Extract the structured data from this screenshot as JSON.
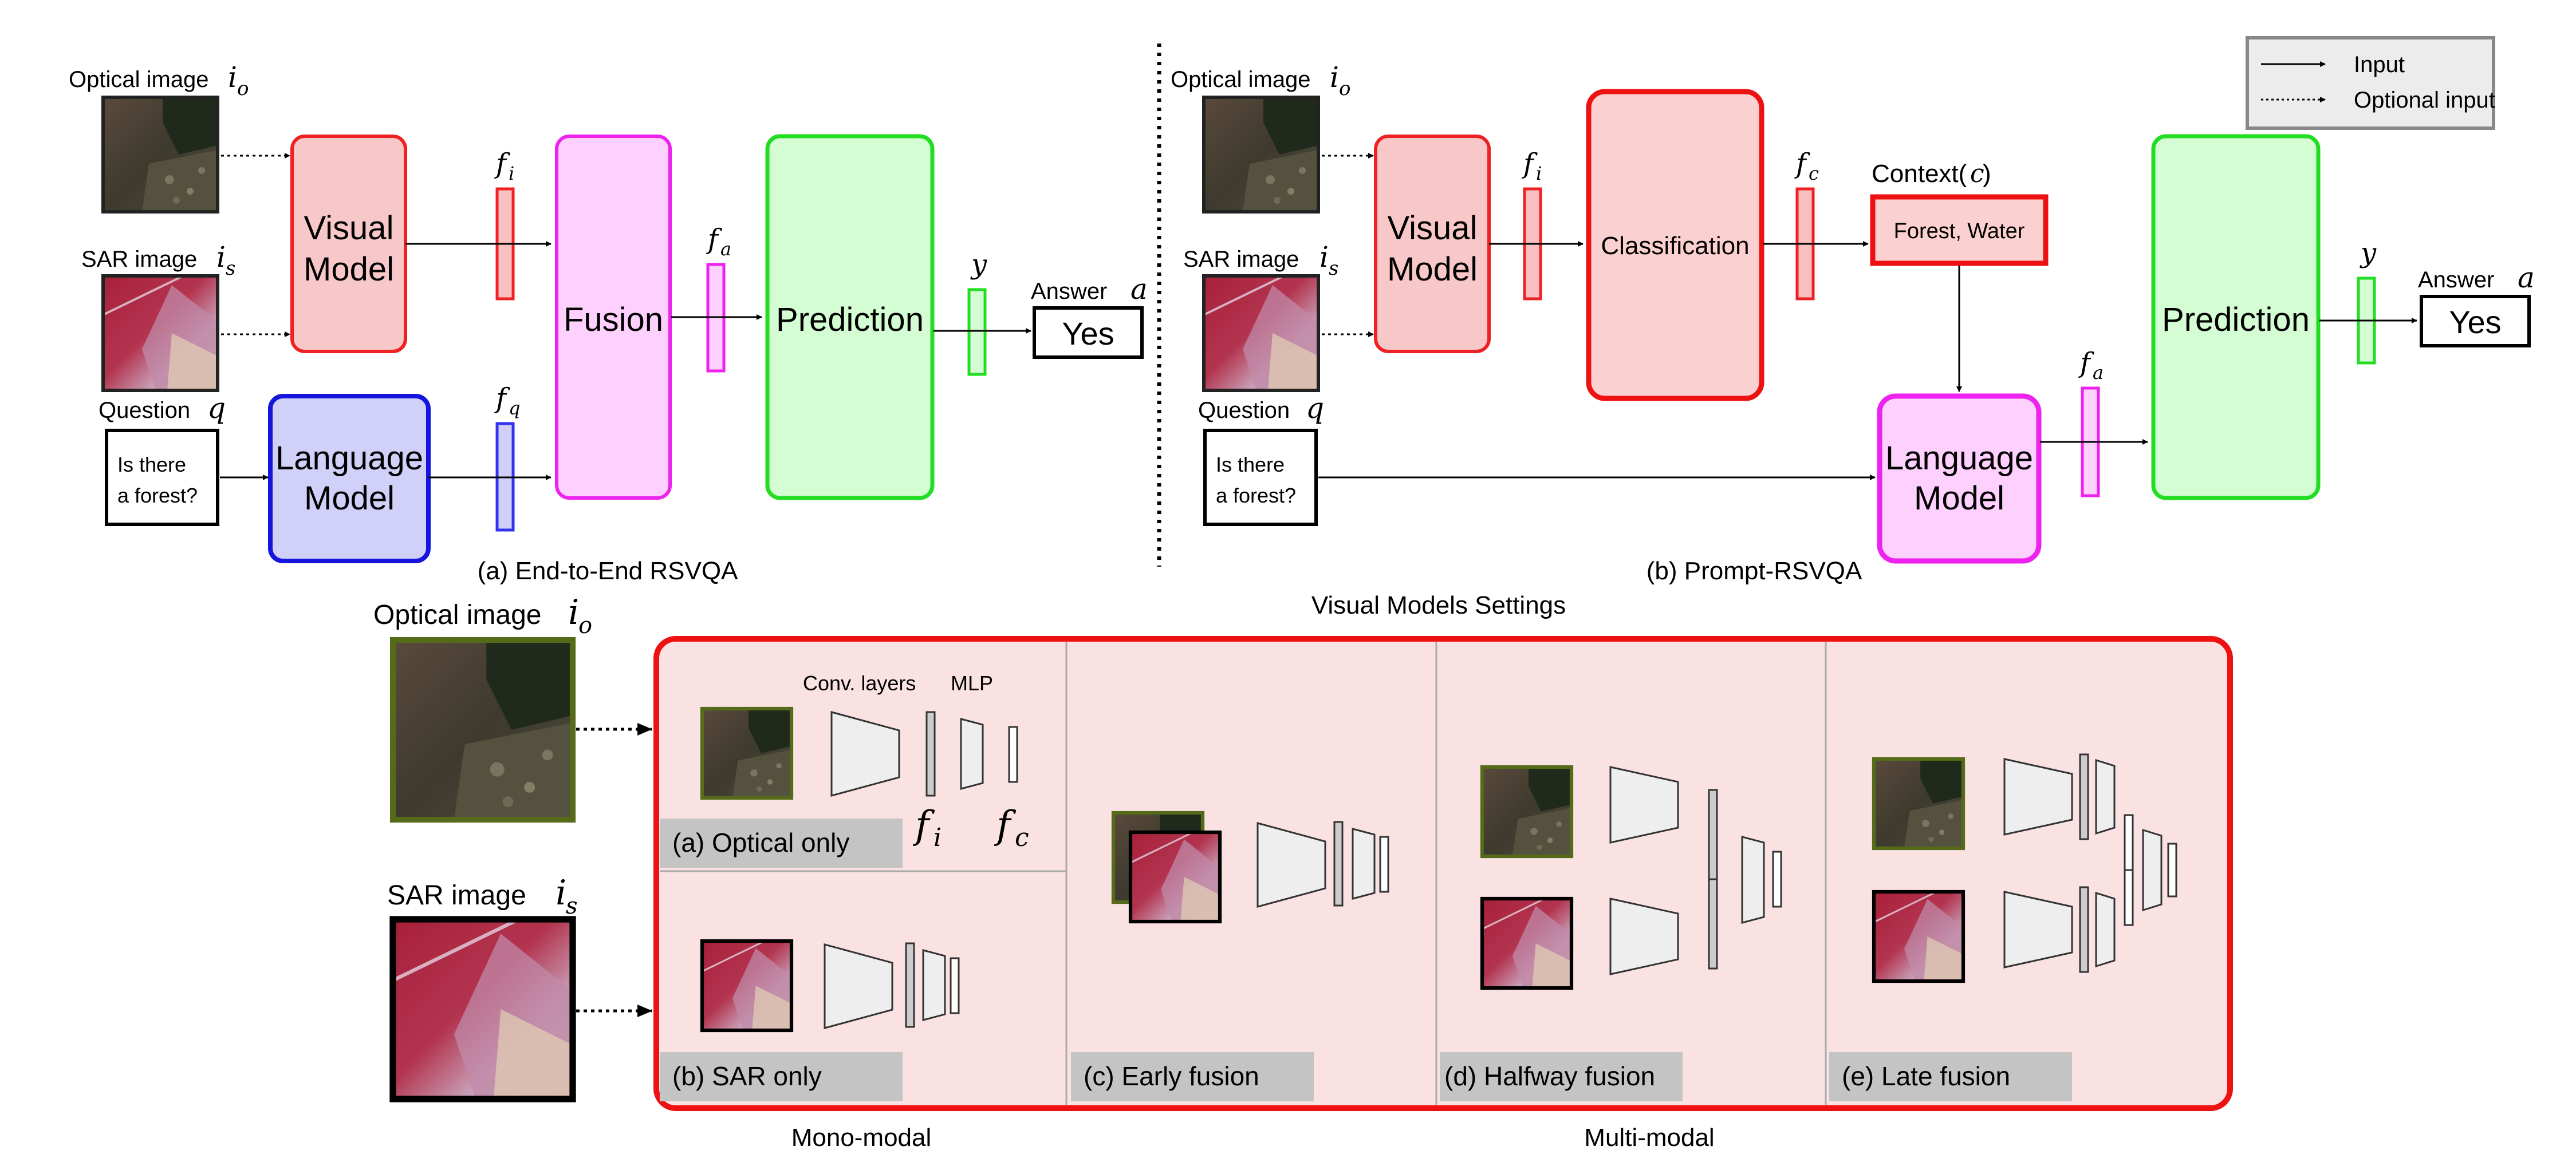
{
  "end_to_end": {
    "optical_label": "Optical image",
    "optical_symbol": "i",
    "optical_sub": "o",
    "sar_label": "SAR image",
    "sar_symbol": "i",
    "sar_sub": "s",
    "question_label": "Question",
    "question_symbol": "q",
    "question_line1": "Is there",
    "question_line2": "a forest?",
    "visual_model_line1": "Visual",
    "visual_model_line2": "Model",
    "language_model_line1": "Language",
    "language_model_line2": "Model",
    "fusion": "Fusion",
    "prediction": "Prediction",
    "fi_symbol": "f",
    "fi_sub": "i",
    "fq_symbol": "f",
    "fq_sub": "q",
    "fa_symbol": "f",
    "fa_sub": "a",
    "y_symbol": "y",
    "answer_label": "Answer",
    "answer_symbol": "a",
    "answer_value": "Yes",
    "caption": "(a) End-to-End RSVQA"
  },
  "prompt": {
    "optical_label": "Optical image",
    "optical_symbol": "i",
    "optical_sub": "o",
    "sar_label": "SAR image",
    "sar_symbol": "i",
    "sar_sub": "s",
    "question_label": "Question",
    "question_symbol": "q",
    "question_line1": "Is there",
    "question_line2": "a forest?",
    "visual_model_line1": "Visual",
    "visual_model_line2": "Model",
    "classification": "Classification",
    "fi_symbol": "f",
    "fi_sub": "i",
    "fc_symbol": "f",
    "fc_sub": "c",
    "context_label": "Context(",
    "context_symbol": "c",
    "context_close": ")",
    "context_value": "Forest, Water",
    "language_model_line1": "Language",
    "language_model_line2": "Model",
    "fa_symbol": "f",
    "fa_sub": "a",
    "prediction": "Prediction",
    "y_symbol": "y",
    "answer_label": "Answer",
    "answer_symbol": "a",
    "answer_value": "Yes",
    "caption": "(b) Prompt-RSVQA"
  },
  "legend": {
    "input": "Input",
    "optional_input": "Optional input"
  },
  "settings": {
    "title": "Visual Models Settings",
    "optical_label": "Optical image",
    "optical_symbol": "i",
    "optical_sub": "o",
    "sar_label": "SAR image",
    "sar_symbol": "i",
    "sar_sub": "s",
    "conv_layers": "Conv. layers",
    "mlp": "MLP",
    "fi_symbol": "f",
    "fi_sub": "i",
    "fc_symbol": "f",
    "fc_sub": "c",
    "optical_only": "(a) Optical only",
    "sar_only": "(b) SAR only",
    "early_fusion": "(c) Early fusion",
    "halfway_fusion": "(d) Halfway fusion",
    "late_fusion": "(e) Late fusion",
    "mono_modal": "Mono-modal",
    "multi_modal": "Multi-modal"
  },
  "colors": {
    "visual_model_fill": "#f8c8c8",
    "visual_model_stroke": "#ee2222",
    "language_fill": "#d0d0f8",
    "language_stroke": "#1515dd",
    "fusion_fill": "#fdd0fd",
    "fusion_stroke": "#ee22ee",
    "prediction_fill": "#d4fdd4",
    "prediction_stroke": "#22dd22",
    "classification_fill": "#fbd0d0",
    "settings_bg": "#fbe2e2",
    "settings_stroke": "#ee1111",
    "label_bar": "#c4c4c4"
  }
}
